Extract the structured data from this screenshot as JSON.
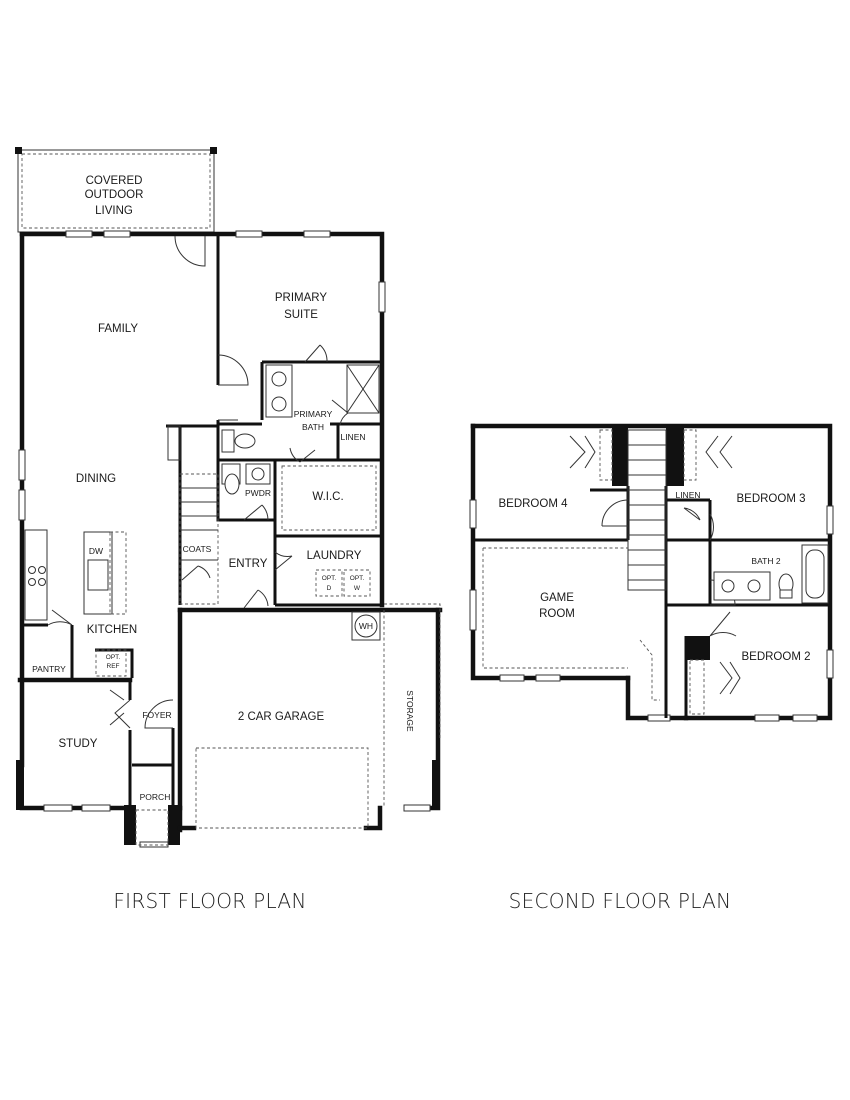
{
  "first_floor": {
    "title": "FIRST FLOOR PLAN",
    "rooms": {
      "covered_1": "COVERED",
      "covered_2": "OUTDOOR",
      "covered_3": "LIVING",
      "family": "FAMILY",
      "primary_suite_1": "PRIMARY",
      "primary_suite_2": "SUITE",
      "primary_bath_1": "PRIMARY",
      "primary_bath_2": "BATH",
      "linen": "LINEN",
      "dining": "DINING",
      "wic": "W.I.C.",
      "pwdr": "PWDR",
      "dw": "DW",
      "coats": "COATS",
      "entry": "ENTRY",
      "laundry": "LAUNDRY",
      "opt_d_1": "OPT.",
      "opt_d_2": "D",
      "opt_w_1": "OPT.",
      "opt_w_2": "W",
      "kitchen": "KITCHEN",
      "wh": "WH",
      "pantry": "PANTRY",
      "opt_ref_1": "OPT.",
      "opt_ref_2": "REF",
      "foyer": "FOYER",
      "garage": "2 CAR GARAGE",
      "storage": "STORAGE",
      "study": "STUDY",
      "porch": "PORCH"
    }
  },
  "second_floor": {
    "title": "SECOND FLOOR PLAN",
    "rooms": {
      "bedroom4": "BEDROOM 4",
      "linen": "LINEN",
      "bedroom3": "BEDROOM 3",
      "bath2": "BATH 2",
      "game_1": "GAME",
      "game_2": "ROOM",
      "bedroom2": "BEDROOM 2"
    }
  }
}
